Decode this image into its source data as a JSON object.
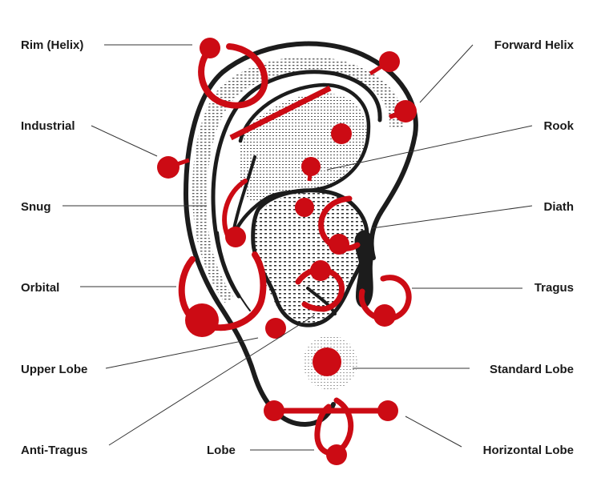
{
  "colors": {
    "jewelry": "#cc0b14",
    "outline": "#1c1c1c",
    "text": "#1a1a1a"
  },
  "labels": {
    "rim_helix": "Rim (Helix)",
    "forward_helix": "Forward Helix",
    "industrial": "Industrial",
    "rook": "Rook",
    "snug": "Snug",
    "diath": "Diath",
    "orbital": "Orbital",
    "tragus": "Tragus",
    "upper_lobe": "Upper Lobe",
    "standard_lobe": "Standard Lobe",
    "anti_tragus": "Anti-Tragus",
    "lobe": "Lobe",
    "horizontal_lobe": "Horizontal Lobe"
  }
}
